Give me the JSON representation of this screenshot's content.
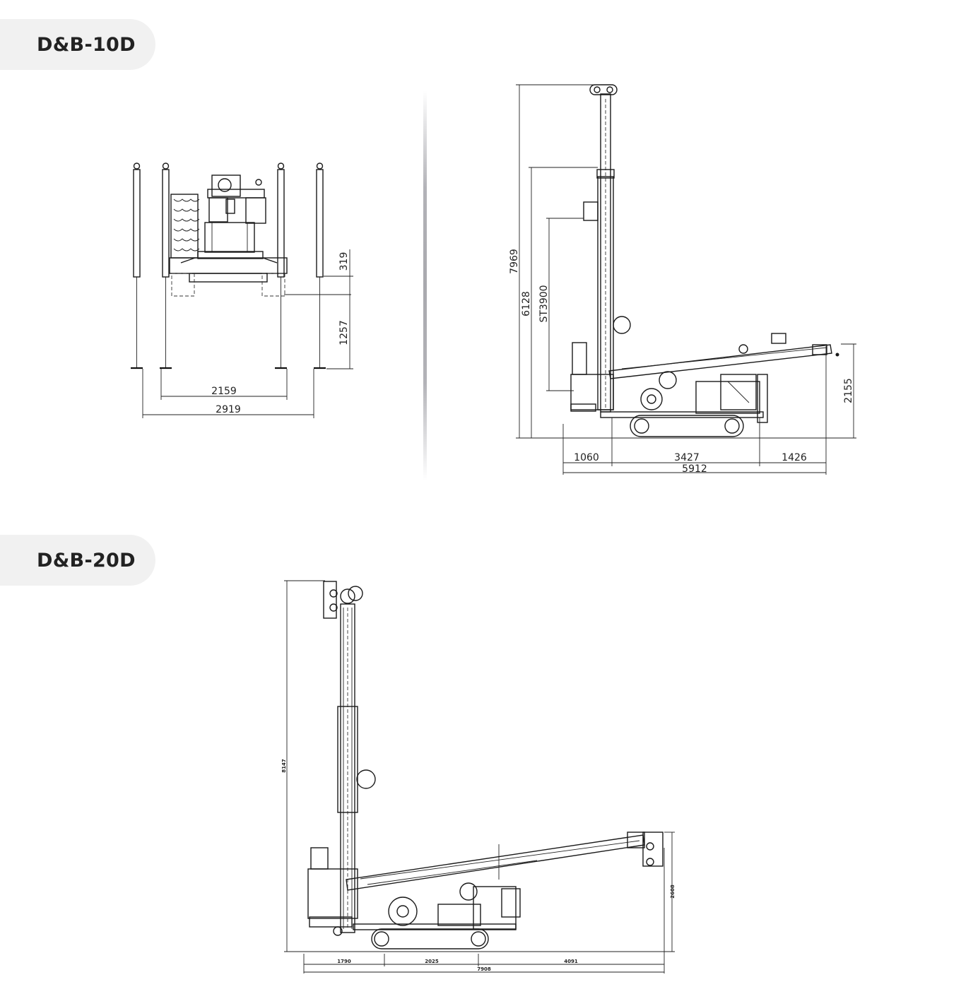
{
  "models": [
    {
      "name": "D&B-10D",
      "front_view": {
        "dimensions": {
          "width_inner": "2159",
          "width_outer": "2919",
          "height_upper": "319",
          "height_lower": "1257"
        }
      },
      "side_view": {
        "dimensions": {
          "total_height": "7969",
          "height_mid": "6128",
          "stroke": "ST3900",
          "mast_low": "2155",
          "front": "1060",
          "track": "3427",
          "rear": "1426",
          "total_length": "5912"
        }
      }
    },
    {
      "name": "D&B-20D",
      "side_view": {
        "dimensions": {
          "total_height": "8147",
          "mast_low": "2608",
          "front": "1790",
          "track": "2025",
          "rear": "4091",
          "total_length": "7908"
        }
      }
    }
  ],
  "colors": {
    "tab_bg": "#f1f1f1",
    "tab_text": "#222222",
    "line": "#1a1a1a",
    "divider": "#b3b3b8"
  }
}
